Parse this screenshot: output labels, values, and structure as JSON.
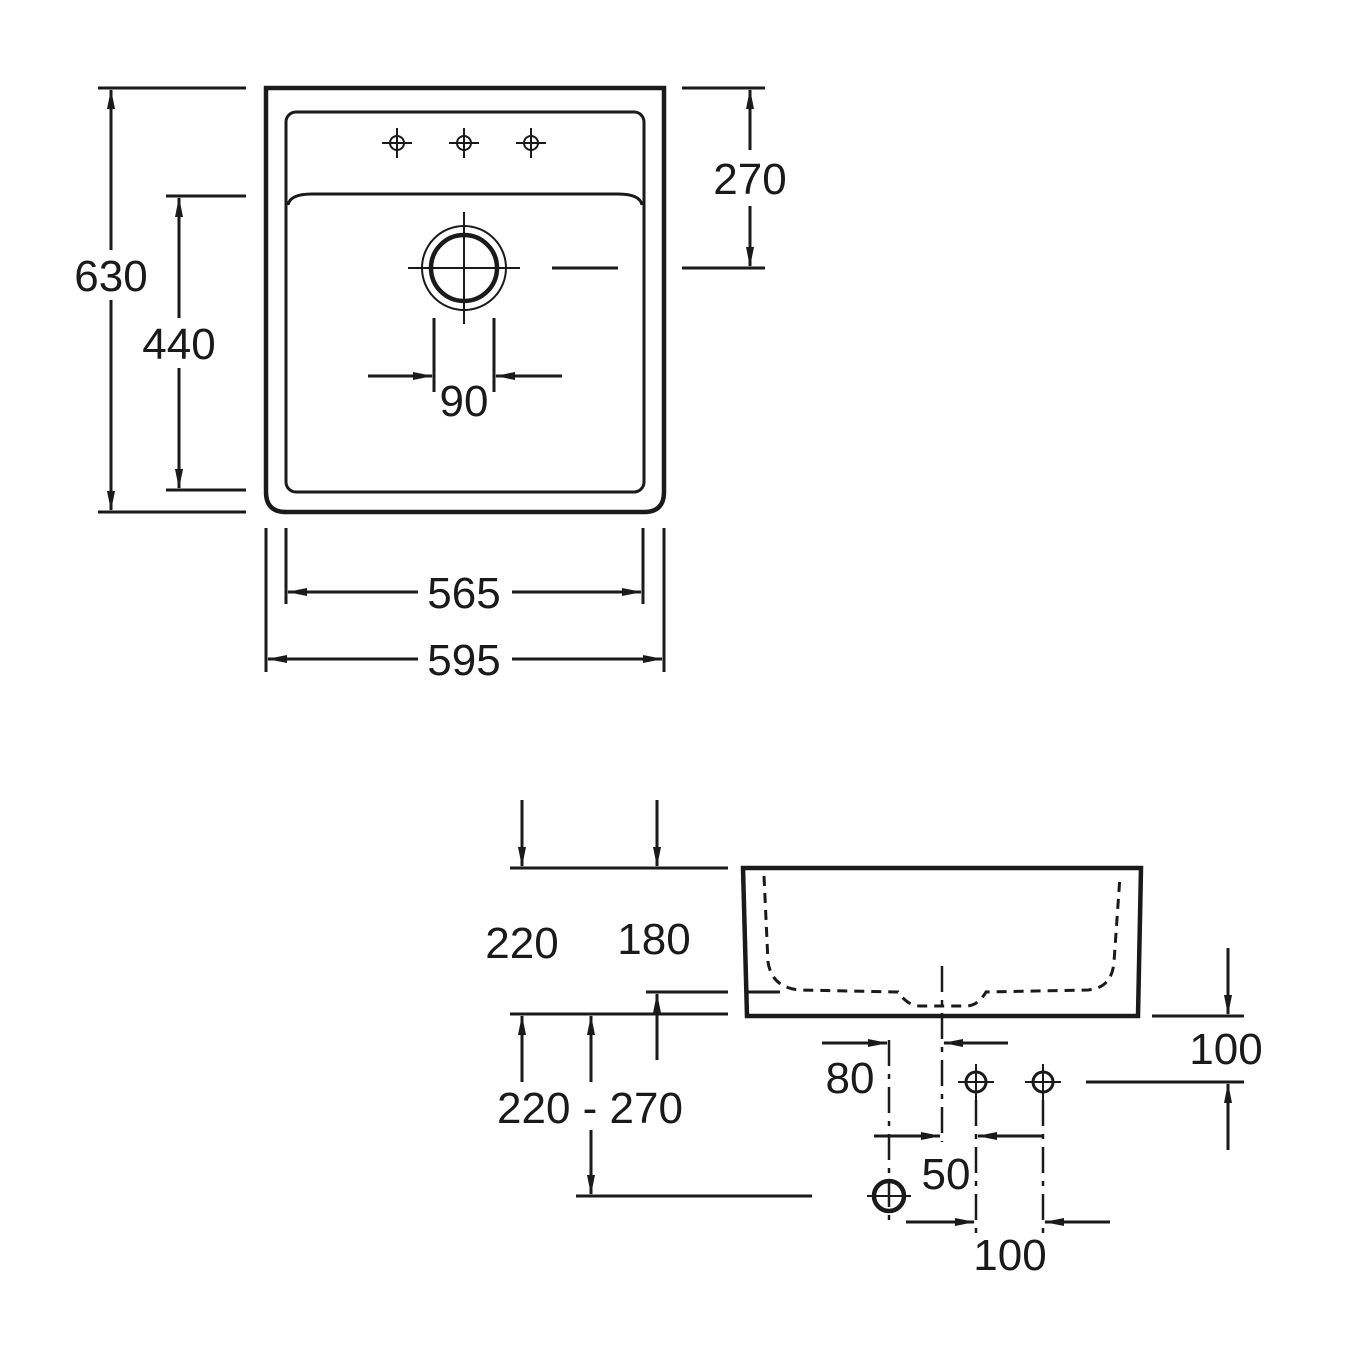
{
  "plan_view": {
    "total_depth": "630",
    "bowl_depth": "440",
    "drain_offset": "270",
    "drain_diameter": "90",
    "bowl_width": "565",
    "total_width": "595"
  },
  "side_view": {
    "front_height": "220",
    "bowl_height": "180",
    "mount_height_range": "220 - 270",
    "waste_height": "100",
    "drain_to_center": "80",
    "tap_hole_offset": "50",
    "tap_hole_spacing": "100"
  }
}
